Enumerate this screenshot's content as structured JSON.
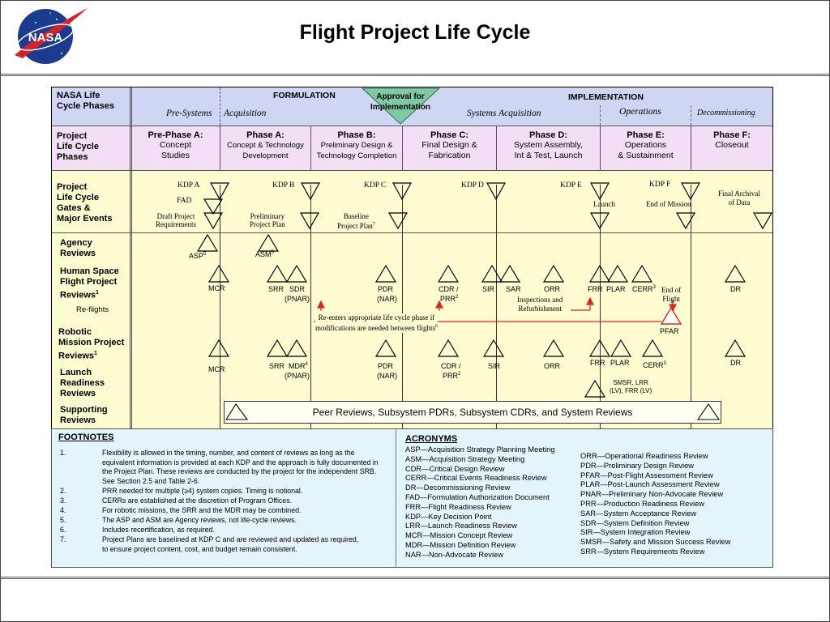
{
  "header": {
    "title": "Flight Project Life Cycle",
    "logo_text": "NASA"
  },
  "row_labels": {
    "nasa": [
      "NASA Life",
      "Cycle Phases"
    ],
    "project": [
      "Project",
      "Life Cycle",
      "Phases"
    ],
    "gates": [
      "Project",
      "Life Cycle",
      "Gates &",
      "Major Events"
    ],
    "agency": [
      "Agency",
      "Reviews"
    ],
    "human": [
      "Human Space",
      "Flight Project",
      "Reviews"
    ],
    "reflights": "Re-flights",
    "robotic": [
      "Robotic",
      "Mission Project",
      "Reviews"
    ],
    "launch": [
      "Launch",
      "Readiness",
      "Reviews"
    ],
    "supporting": [
      "Supporting",
      "Reviews"
    ]
  },
  "top": {
    "formulation": "FORMULATION",
    "implementation": "IMPLEMENTATION",
    "approval": [
      "Approval for",
      "Implementation"
    ],
    "pre_systems": "Pre-Systems",
    "acquisition": "Acquisition",
    "systems_acquisition": "Systems Acquisition",
    "operations": "Operations",
    "decommissioning": "Decommissioning"
  },
  "phases": [
    {
      "title": "Pre-Phase A:",
      "sub": [
        "Concept",
        "Studies"
      ]
    },
    {
      "title": "Phase A:",
      "sub": [
        "Concept & Technology",
        "Development"
      ]
    },
    {
      "title": "Phase B:",
      "sub": [
        "Preliminary Design &",
        "Technology Completion"
      ]
    },
    {
      "title": "Phase C:",
      "sub": [
        "Final Design &",
        "Fabrication"
      ]
    },
    {
      "title": "Phase D:",
      "sub": [
        "System Assembly,",
        "Int & Test, Launch"
      ]
    },
    {
      "title": "Phase E:",
      "sub": [
        "Operations",
        "& Sustainment"
      ]
    },
    {
      "title": "Phase F:",
      "sub": [
        "Closeout"
      ]
    }
  ],
  "gates": {
    "kdp_a": "KDP A",
    "kdp_b": "KDP B",
    "kdp_c": "KDP C",
    "kdp_d": "KDP D",
    "kdp_e": "KDP E",
    "kdp_f": "KDP F",
    "fad": "FAD",
    "draft": [
      "Draft Project",
      "Requirements"
    ],
    "prelim": [
      "Preliminary",
      "Project Plan"
    ],
    "baseline": [
      "Baseline",
      "Project Plan"
    ],
    "launch": "Launch",
    "end_mission": "End of Mission",
    "final_archival": [
      "Final Archival",
      "of Data"
    ]
  },
  "reviews": {
    "asp": "ASP",
    "asm": "ASM",
    "mcr": "MCR",
    "srr": "SRR",
    "sdr": "SDR",
    "pnar": "(PNAR)",
    "pdr": "PDR",
    "nar": "(NAR)",
    "cdr": "CDR /",
    "prr": "PRR",
    "sir": "SIR",
    "sar": "SAR",
    "orr": "ORR",
    "frr": "FRR",
    "plar": "PLAR",
    "cerr": "CERR",
    "dr": "DR",
    "mdr": "MDR",
    "end_flight": [
      "End of",
      "Flight"
    ],
    "pfar": "PFAR",
    "inspections": [
      "Inspections and",
      "Refurbishment"
    ],
    "reenter": [
      "Re-enters appropriate life cycle phase if",
      "modifications are needed between flights"
    ],
    "smsr": [
      "SMSR, LRR",
      "(LV), FRR (LV)"
    ],
    "peer": "Peer Reviews, Subsystem PDRs, Subsystem CDRs, and System Reviews"
  },
  "footnotes": {
    "heading": "FOOTNOTES",
    "items": [
      {
        "n": "1.",
        "text": "Flexibility is allowed in the timing, number, and content of reviews as long as the equivalent information is provided at each KDP and the approach is fully documented in the Project Plan. These reviews are conducted by the project for the independent SRB. See Section 2.5 and Table 2-6."
      },
      {
        "n": "2.",
        "text": "PRR needed for multiple (≥4) system copies.  Timing is notional."
      },
      {
        "n": "3.",
        "text": "CERRs are established at the discretion of Program Offices."
      },
      {
        "n": "4.",
        "text": "For robotic missions, the SRR and the MDR may be combined."
      },
      {
        "n": "5.",
        "text": "The ASP and ASM are Agency reviews, not life-cycle reviews."
      },
      {
        "n": "6.",
        "text": "Includes recertification, as required."
      },
      {
        "n": "7.",
        "text": "Project Plans are baselined at KDP C and are reviewed and updated as required, to ensure project content, cost, and budget remain consistent."
      }
    ]
  },
  "acronyms": {
    "heading": "ACRONYMS",
    "col1": [
      "ASP—Acquisition Strategy Planning Meeting",
      "ASM—Acquisition Strategy Meeting",
      "CDR—Critical Design Review",
      "CERR—Critical Events Readiness Review",
      "DR—Decommissioning Review",
      "FAD—Formulation Authorization Document",
      "FRR—Flight Readiness Review",
      "KDP—Key Decision Point",
      "LRR—Launch Readiness Review",
      "MCR—Mission Concept Review",
      "MDR—Mission Definition Review",
      "NAR—Non-Advocate Review"
    ],
    "col2": [
      "ORR—Operational Readiness Review",
      "PDR—Preliminary Design Review",
      "PFAR—Post-Flight Assessment Review",
      "PLAR—Post-Launch Assessment Review",
      "PNAR—Preliminary Non-Advocate Review",
      "PRR—Production Readiness Review",
      "SAR—System Acceptance Review",
      "SDR—System Definition Review",
      "SIR—System Integration Review",
      "SMSR—Safety and Mission Success Review",
      "SRR—System Requirements Review"
    ]
  },
  "colors": {
    "lavender": "#cfd6f3",
    "pink": "#f2dff5",
    "cream": "#fdfbd0",
    "green": "#7ec9a4",
    "blue_light": "#e4f4fb",
    "red": "#d9281f"
  }
}
